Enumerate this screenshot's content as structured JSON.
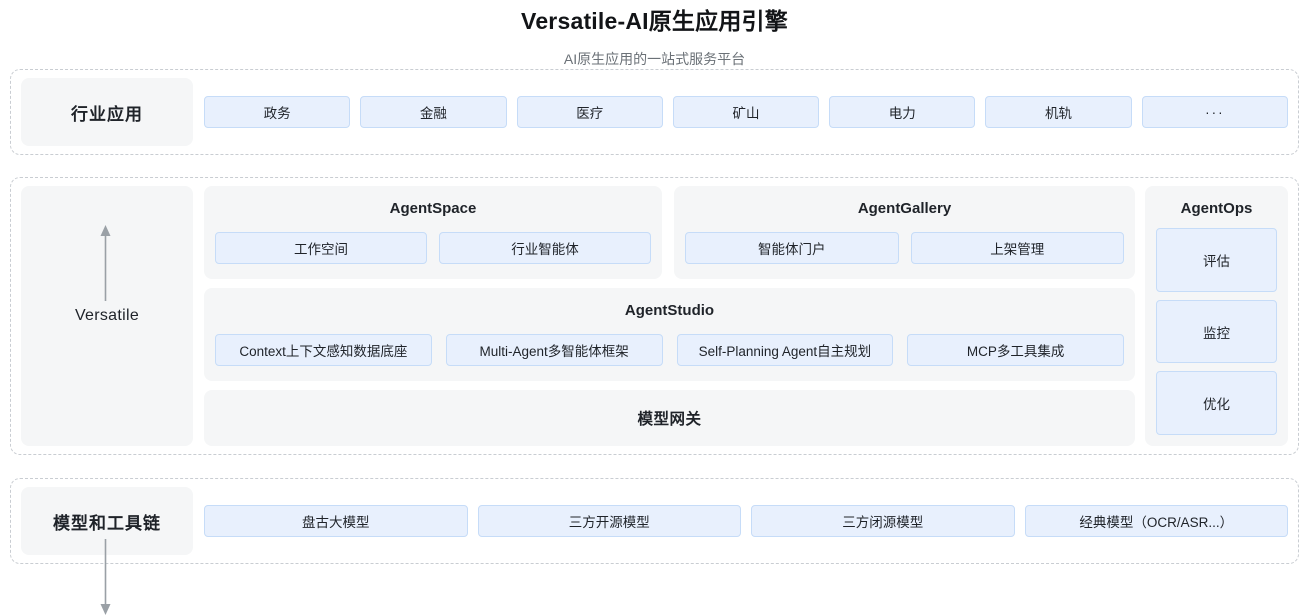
{
  "header": {
    "title": "Versatile-AI原生应用引擎",
    "subtitle": "AI原生应用的一站式服务平台"
  },
  "colors": {
    "chip_fill": "#e8f0fd",
    "chip_border": "#c6dcf8",
    "card_bg": "#f5f6f7",
    "layer_border": "#c9cdd2",
    "arrow": "#9aa0a6",
    "text": "#1f2329",
    "subtitle_text": "#6b7177"
  },
  "layers": {
    "industry": {
      "label": "行业应用",
      "chips": [
        {
          "label": "政务"
        },
        {
          "label": "金融"
        },
        {
          "label": "医疗"
        },
        {
          "label": "矿山"
        },
        {
          "label": "电力"
        },
        {
          "label": "机轨"
        },
        {
          "label": "···"
        }
      ]
    },
    "platform": {
      "label": "Versatile",
      "agentspace": {
        "title": "AgentSpace",
        "chips": [
          {
            "label": "工作空间"
          },
          {
            "label": "行业智能体"
          }
        ]
      },
      "agentgallery": {
        "title": "AgentGallery",
        "chips": [
          {
            "label": "智能体门户"
          },
          {
            "label": "上架管理"
          }
        ]
      },
      "agentstudio": {
        "title": "AgentStudio",
        "chips": [
          {
            "label": "Context上下文感知数据底座"
          },
          {
            "label": "Multi-Agent多智能体框架"
          },
          {
            "label": "Self-Planning Agent自主规划"
          },
          {
            "label": "MCP多工具集成"
          }
        ]
      },
      "gateway": {
        "label": "模型网关"
      },
      "agentops": {
        "title": "AgentOps",
        "chips": [
          {
            "label": "评估"
          },
          {
            "label": "监控"
          },
          {
            "label": "优化"
          }
        ]
      }
    },
    "models": {
      "label": "模型和工具链",
      "chips": [
        {
          "label": "盘古大模型"
        },
        {
          "label": "三方开源模型"
        },
        {
          "label": "三方闭源模型"
        },
        {
          "label": "经典模型（OCR/ASR...）"
        }
      ]
    }
  },
  "connectors": [
    {
      "name": "arrow-up-to-industry",
      "direction": "up"
    },
    {
      "name": "arrow-down-to-models",
      "direction": "down"
    }
  ]
}
